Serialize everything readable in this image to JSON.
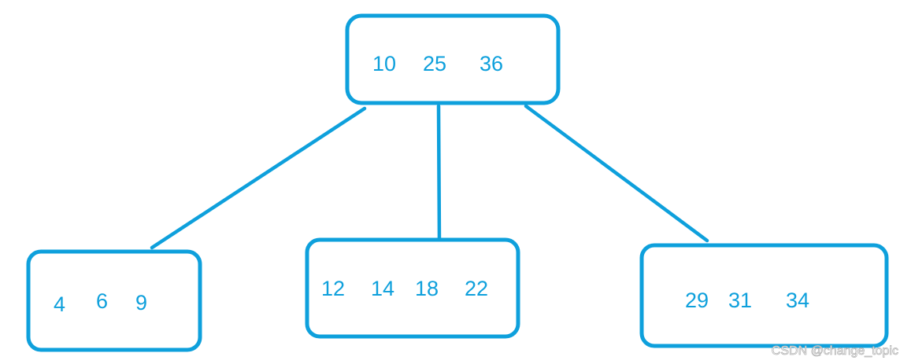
{
  "colors": {
    "stroke": "#0ea0dc",
    "text": "#0ea0dc",
    "background": "#ffffff",
    "watermark": "#b4b4b4"
  },
  "tree": {
    "root": {
      "keys": [
        "10",
        "25",
        "36"
      ]
    },
    "children": [
      {
        "keys": [
          "4",
          "6",
          "9"
        ]
      },
      {
        "keys": [
          "12",
          "14",
          "18",
          "22"
        ]
      },
      {
        "keys": [
          "29",
          "31",
          "34"
        ]
      }
    ]
  },
  "watermark": "CSDN @change_topic"
}
